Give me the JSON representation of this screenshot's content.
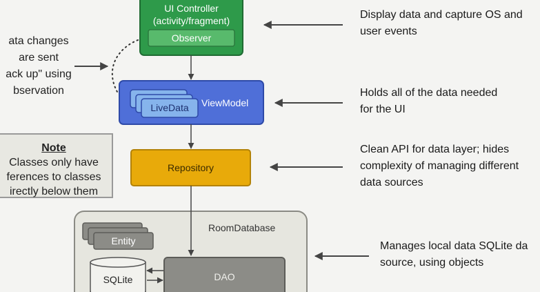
{
  "colors": {
    "ui_controller": "#2e9a4a",
    "observer": "#55b86a",
    "viewmodel": "#4f6fd8",
    "livedata": "#86b4ec",
    "repository": "#e8aa0a",
    "room": "#e6e6df",
    "entity": "#8c8c87",
    "dao": "#8c8c87",
    "arrow": "#444444"
  },
  "left_note_text": "ata changes\nare sent\nack up\" using\nbservation",
  "note": {
    "title": "Note",
    "body": "Classes only have\nferences to classes\nirectly below them"
  },
  "boxes": {
    "ui_controller": "UI Controller\n(activity/fragment)",
    "observer": "Observer",
    "livedata": "LiveData",
    "viewmodel": "ViewModel",
    "repository": "Repository",
    "room": "RoomDatabase",
    "entity": "Entity",
    "sqlite": "SQLite",
    "dao": "DAO"
  },
  "descriptions": {
    "ui_controller": "Display data and capture OS and\nuser events",
    "viewmodel": "Holds all of the data needed\nfor the UI",
    "repository": "Clean API for data layer; hides\ncomplexity of managing different\ndata sources",
    "room": "Manages local data SQLite da\nsource, using objects"
  }
}
